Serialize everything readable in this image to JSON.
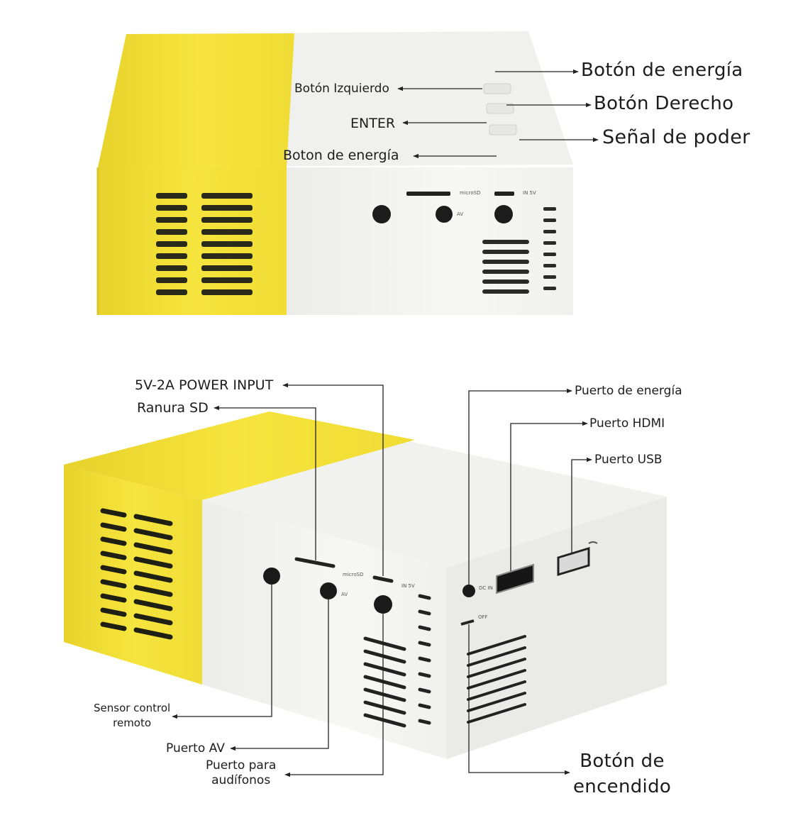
{
  "top_view": {
    "labels": {
      "boton_energia_right": "Botón de energía",
      "boton_derecho": "Botón Derecho",
      "senal_poder": "Señal de poder",
      "boton_izquierdo": "Botón Izquierdo",
      "enter": "ENTER",
      "boton_energia_left": "Boton de energía"
    },
    "panel_marks": {
      "microsd": "microSD",
      "av": "AV",
      "in5v": "IN 5V"
    }
  },
  "bottom_view": {
    "labels": {
      "power_input": "5V-2A POWER INPUT",
      "ranura_sd": "Ranura SD",
      "puerto_energia": "Puerto de energía",
      "puerto_hdmi": "Puerto HDMI",
      "puerto_usb": "Puerto USB",
      "sensor_control": "Sensor control\nremoto",
      "puerto_av": "Puerto AV",
      "puerto_audifonos": "Puerto para\naudífonos",
      "boton_encendido": "Botón de\nencendido"
    },
    "panel_marks": {
      "microsd": "microSD",
      "av": "AV",
      "in5v": "IN 5V",
      "dcin": "DC IN",
      "off": "OFF"
    }
  },
  "colors": {
    "yellow": "#f4e23c",
    "yellow_shade": "#e8d42a",
    "white_body": "#f3f3f1",
    "side_face": "#e9e9e7",
    "line": "#222222"
  }
}
